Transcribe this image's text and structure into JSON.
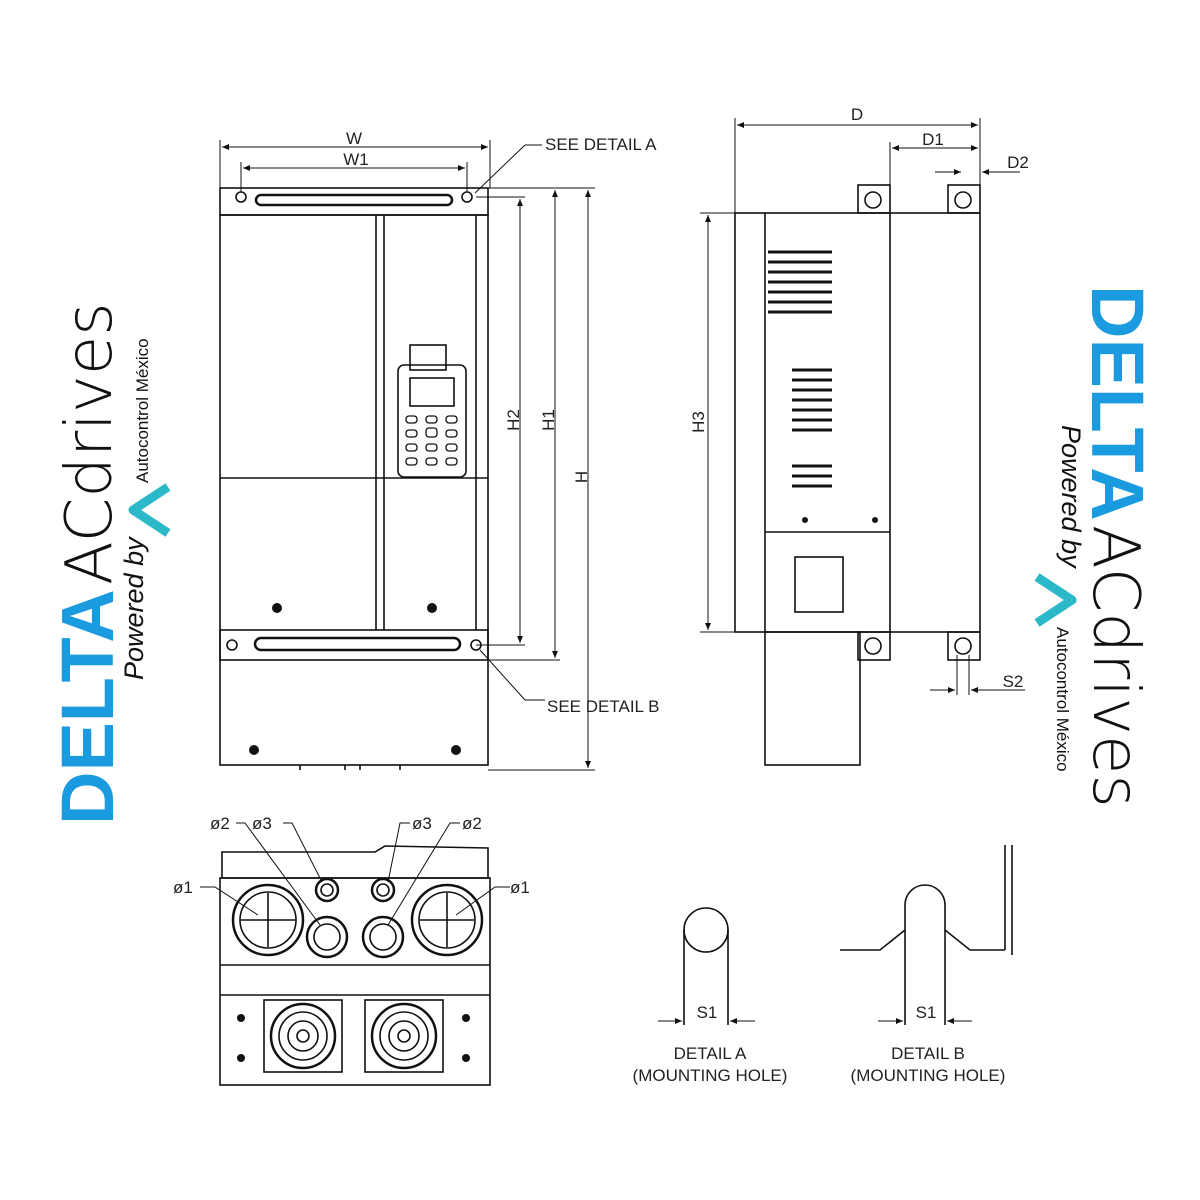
{
  "dimensions": {
    "W": "W",
    "W1": "W1",
    "H": "H",
    "H1": "H1",
    "H2": "H2",
    "H3": "H3",
    "D": "D",
    "D1": "D1",
    "D2": "D2",
    "S2": "S2"
  },
  "callouts": {
    "detail_a": "SEE DETAIL A",
    "detail_b": "SEE DETAIL B"
  },
  "holes": {
    "phi1": "ø1",
    "phi2": "ø2",
    "phi3": "ø3"
  },
  "details": [
    {
      "title": "DETAIL A",
      "subtitle": "(MOUNTING HOLE)",
      "dim": "S1"
    },
    {
      "title": "DETAIL B",
      "subtitle": "(MOUNTING HOLE)",
      "dim": "S1"
    }
  ],
  "logo": {
    "brand": "DELTA",
    "product": "ACdrives",
    "powered": "Powered by",
    "company": "Autocontrol México",
    "brand_color": "#1a9be0",
    "mark_color": "#2bb8c9"
  }
}
